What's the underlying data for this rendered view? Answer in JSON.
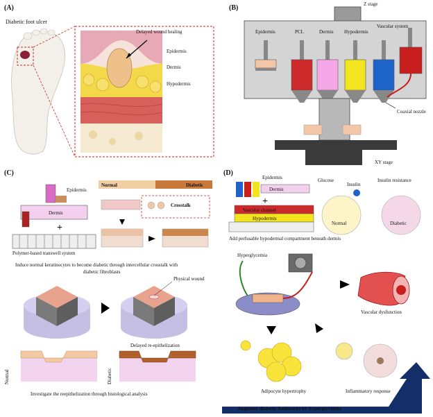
{
  "panels": {
    "A": {
      "label": "(A)",
      "title": "Diabetic foot ulcer",
      "callouts": {
        "wound": "Delayed wound healing",
        "epidermis": "Epidermis",
        "dermis": "Dermis",
        "hypodermis": "Hypodermis"
      }
    },
    "B": {
      "label": "(B)",
      "z_stage": "Z stage",
      "xy_stage": "XY stage",
      "coaxial": "Coaxial nozzle",
      "cartridges": [
        "Epidermis",
        "PCL",
        "Dermis",
        "Hypodermis",
        "Vascular system"
      ],
      "colors": {
        "epidermis": "#f4c6a8",
        "pcl": "#cc2a2a",
        "dermis": "#f4a8e8",
        "hypodermis": "#f2e41e",
        "vascular_blue": "#1e64c8",
        "vascular_red": "#c81e1e"
      }
    },
    "C": {
      "label": "(C)",
      "epidermis": "Epidermis",
      "dermis": "Dermis",
      "plus": "+",
      "transwell": "Polymer-based transwell system",
      "normal_bar": "Normal",
      "diabetic_bar": "Diabetic",
      "crosstalk": "Crosstalk",
      "caption": "Induce normal keratinocytes to become diabetic through intercellular  crosstalk with",
      "caption2": "diabetic fibroblasts",
      "physical_wound": "Physical wound",
      "delayed": "Delayed re-epithelization",
      "side_normal": "Normal",
      "side_diabetic": "Diabetic",
      "bottom_caption": "Investigate the reepithelization through histological analysis"
    },
    "D": {
      "label": "(D)",
      "epidermis": "Epidermis",
      "dermis": "Dermis",
      "plus": "+",
      "vascular_channel": "Vascular channel",
      "hypodermis": "Hypodermis",
      "add_caption": "Add perfusable hypodermal compartment beneath dermis",
      "glucose": "Glucose",
      "insulin": "Insulin",
      "insulin_resistance": "Insulin resistance",
      "normal_cell": "Normal",
      "diabetic_cell": "Diabetic",
      "hyperglycemia": "Hyperglycemia",
      "vascular_dysfunction": "Vascular dysfunction",
      "adipocyte": "Adipocyte hypertrophy",
      "inflammatory": "Inflammatory response",
      "banner": "Augment diabetic hallmarks by hyperglycemia"
    }
  }
}
